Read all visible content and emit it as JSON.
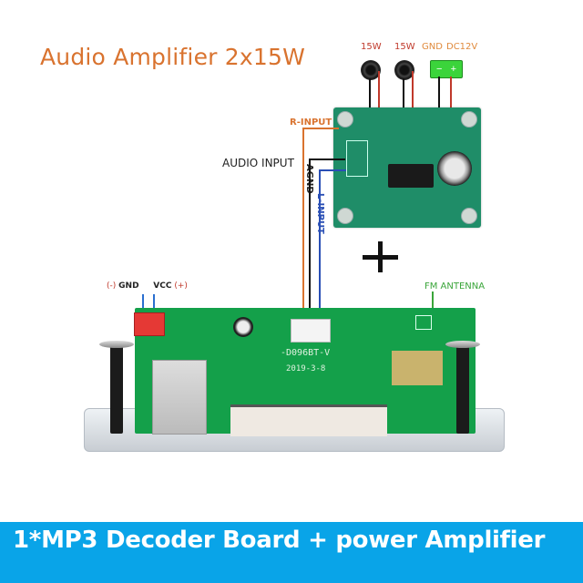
{
  "title": "Audio Amplifier  2x15W",
  "amplifier": {
    "outputs": [
      {
        "label": "15W",
        "icon": "speaker-icon"
      },
      {
        "label": "15W",
        "icon": "speaker-icon"
      }
    ],
    "power_labels": {
      "gnd": "GND",
      "dc": "DC12V"
    },
    "dc_connector": {
      "minus": "−",
      "plus": "+"
    },
    "input_labels": {
      "r_input": "R-INPUT",
      "audio_input": "AUDIO INPUT",
      "agnd": "AGND",
      "l_input": "L-INPUT"
    }
  },
  "plus_sign": "+",
  "decoder": {
    "power_labels": {
      "gnd_prefix": "(-)",
      "gnd": "GND",
      "vcc": "VCC",
      "vcc_suffix": "(+)"
    },
    "fm_antenna_label": "FM ANTENNA",
    "silkscreen_model": "-D096BT-V",
    "silkscreen_date": "2019-3-8"
  },
  "banner": {
    "text": "1*MP3 Decoder Board + power Amplifier",
    "background": "#09a4e8"
  },
  "colors": {
    "title": "#d9732f",
    "watt_label": "#c0392b",
    "fm_label": "#3aa53a",
    "pcb_green": "#14a04a",
    "amp_pcb": "#1f8d68"
  }
}
